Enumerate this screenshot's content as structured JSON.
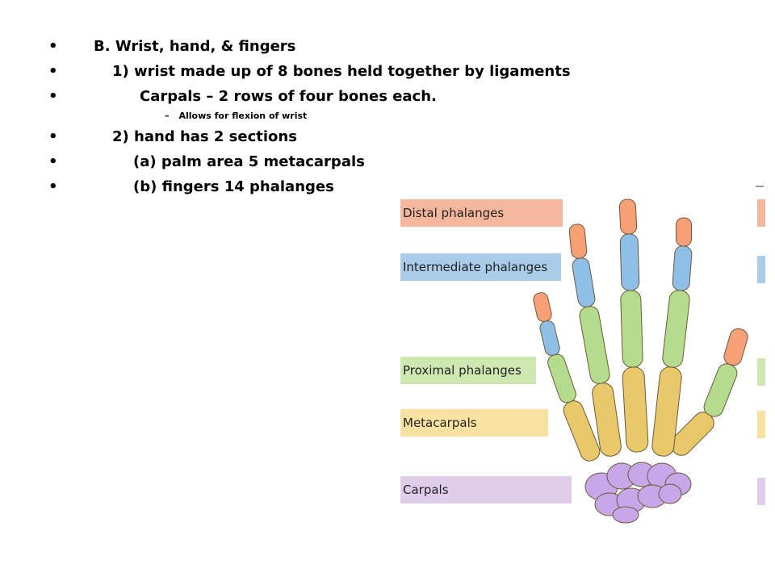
{
  "bullets": [
    "B. Wrist, hand, & fingers",
    "1) wrist made up of 8 bones held together by ligaments",
    "Carpals – 2 rows of four bones each.",
    "2) hand has 2 sections",
    "(a) palm area  5 metacarpals",
    "(b) fingers  14 phalanges"
  ],
  "bullet_symbol": "•",
  "sub_bullet": {
    "dash": "–",
    "text": "Allows for flexion of wrist"
  },
  "figure": {
    "labels": [
      {
        "text": "Distal phalanges",
        "color": "#f4b69c"
      },
      {
        "text": "Intermediate phalanges",
        "color": "#a9cde8"
      },
      {
        "text": "Proximal phalanges",
        "color": "#cfe8b2"
      },
      {
        "text": "Metacarpals",
        "color": "#f9e2a1"
      },
      {
        "text": "Carpals",
        "color": "#e0cdec"
      }
    ],
    "bone_colors": {
      "distal": "#f7a077",
      "intermediate": "#8fbfe6",
      "proximal": "#b4dc8c",
      "metacarpal": "#e8c86a",
      "carpal": "#c9a6e8"
    }
  }
}
